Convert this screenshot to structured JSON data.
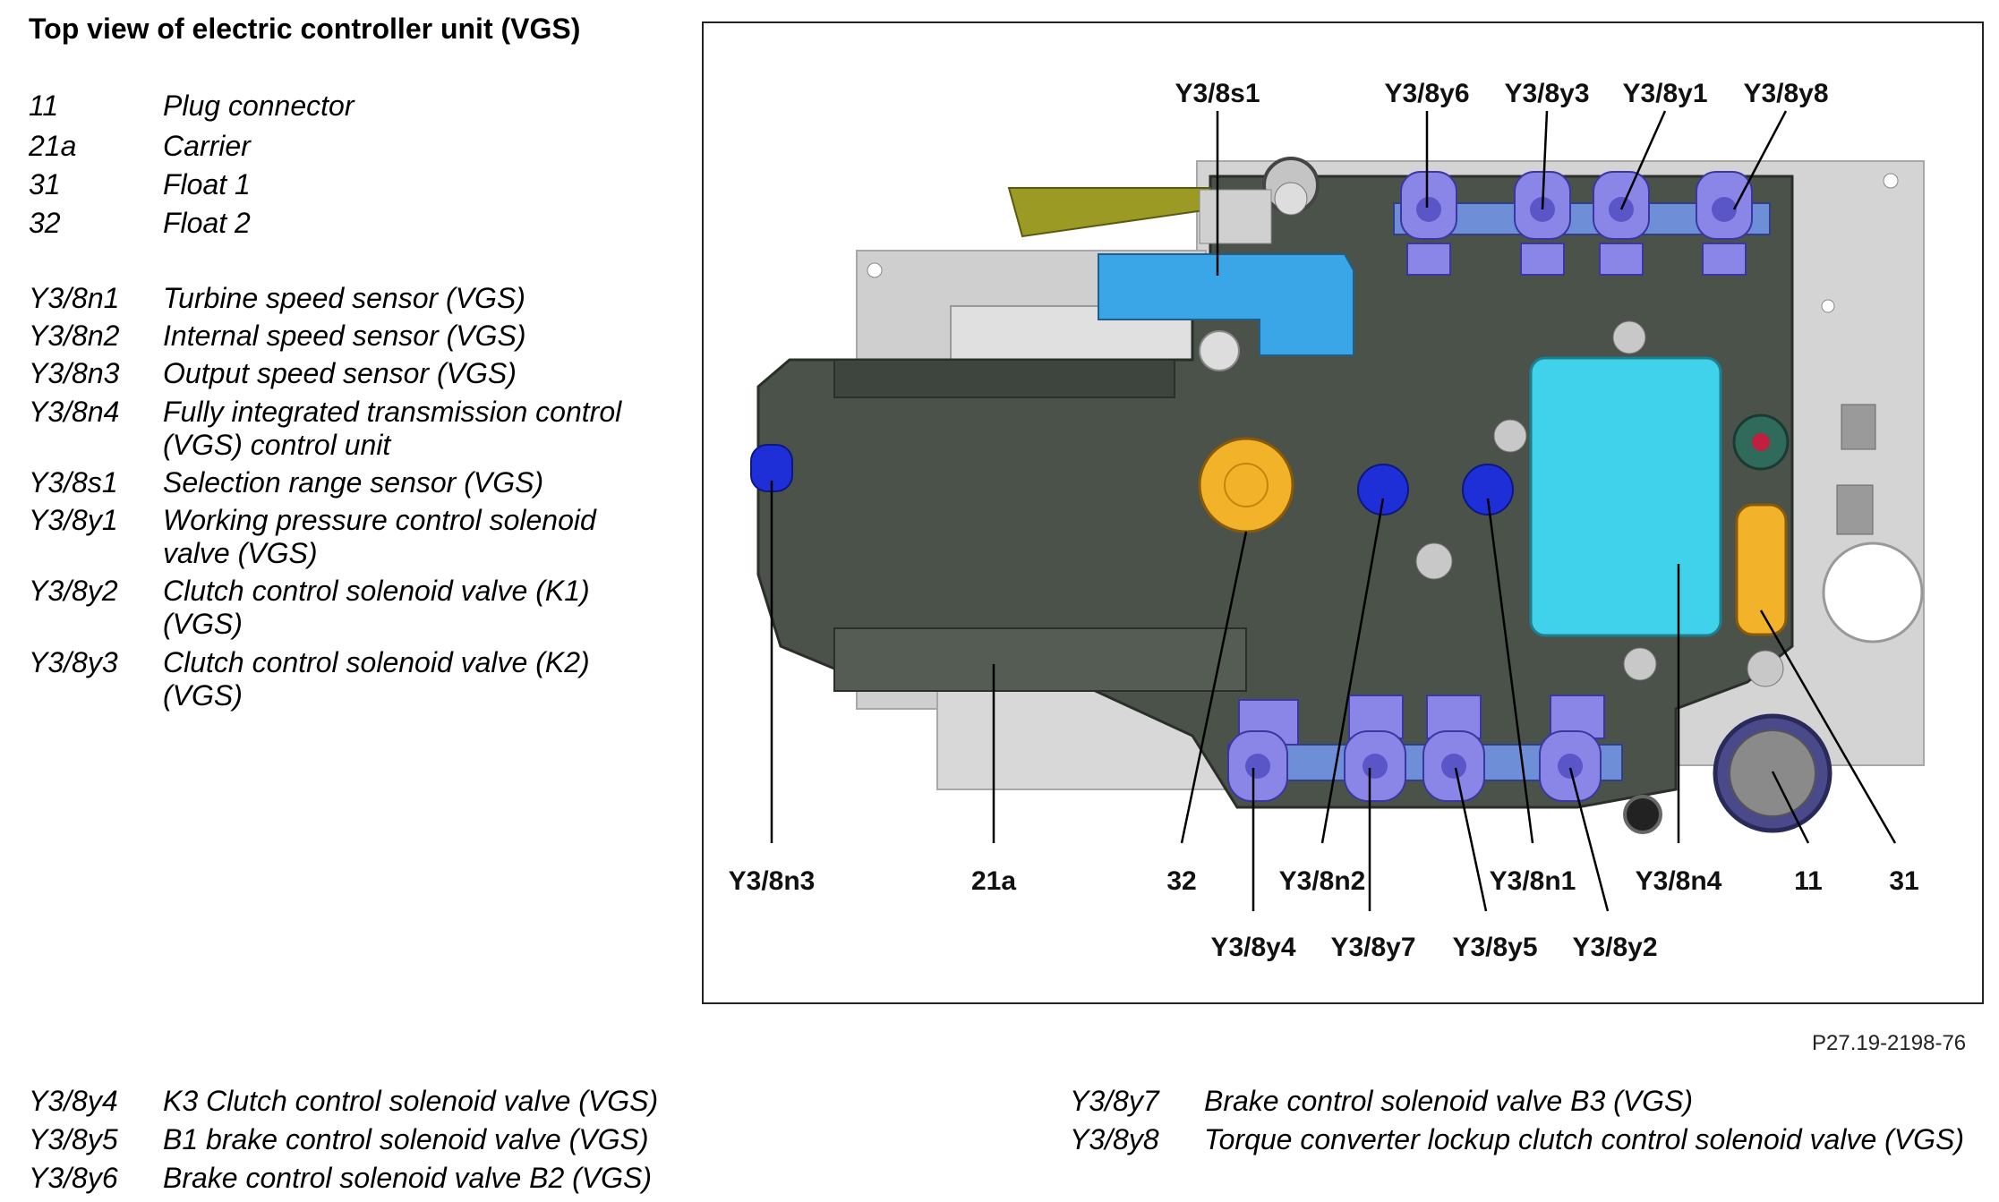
{
  "title": "Top view of electric controller unit (VGS)",
  "legend_top": [
    {
      "code": "11",
      "desc": "Plug connector"
    },
    {
      "code": "21a",
      "desc": "Carrier"
    },
    {
      "code": "31",
      "desc": "Float 1"
    },
    {
      "code": "32",
      "desc": "Float 2"
    },
    {
      "code": "Y3/8n1",
      "desc": "Turbine speed sensor (VGS)"
    },
    {
      "code": "Y3/8n2",
      "desc": "Internal speed sensor (VGS)"
    },
    {
      "code": "Y3/8n3",
      "desc": "Output speed sensor (VGS)"
    },
    {
      "code": "Y3/8n4",
      "desc": "Fully integrated transmission control (VGS) control unit"
    },
    {
      "code": "Y3/8s1",
      "desc": "Selection range sensor (VGS)"
    },
    {
      "code": "Y3/8y1",
      "desc": "Working pressure control solenoid valve (VGS)"
    },
    {
      "code": "Y3/8y2",
      "desc": "Clutch control solenoid valve (K1) (VGS)"
    },
    {
      "code": "Y3/8y3",
      "desc": "Clutch control solenoid valve (K2) (VGS)"
    }
  ],
  "legend_bottom_left": [
    {
      "code": "Y3/8y4",
      "desc": "K3 Clutch control solenoid valve (VGS)"
    },
    {
      "code": "Y3/8y5",
      "desc": "B1 brake control solenoid valve (VGS)"
    },
    {
      "code": "Y3/8y6",
      "desc": "Brake control solenoid valve B2 (VGS)"
    }
  ],
  "legend_bottom_right": [
    {
      "code": "Y3/8y7",
      "desc": "Brake control solenoid valve B3 (VGS)"
    },
    {
      "code": "Y3/8y8",
      "desc": "Torque converter lockup clutch control solenoid valve (VGS)"
    }
  ],
  "callouts": {
    "s1": "Y3/8s1",
    "y6": "Y3/8y6",
    "y3": "Y3/8y3",
    "y1": "Y3/8y1",
    "y8": "Y3/8y8",
    "n3": "Y3/8n3",
    "c21a": "21a",
    "c32": "32",
    "n2": "Y3/8n2",
    "n1": "Y3/8n1",
    "n4": "Y3/8n4",
    "c11": "11",
    "c31": "31",
    "y4": "Y3/8y4",
    "y7": "Y3/8y7",
    "y5": "Y3/8y5",
    "y2": "Y3/8y2"
  },
  "reference": "P27.19-2198-76",
  "colors": {
    "housing": "#4a524a",
    "plate": "#d4d4d4",
    "solenoid": "#8a86e8",
    "sensor": "#1f2fd8",
    "control_unit": "#3fd2ea",
    "selector": "#3aa6e8",
    "float": "#f2b22a",
    "bracket": "#9a9a24"
  }
}
